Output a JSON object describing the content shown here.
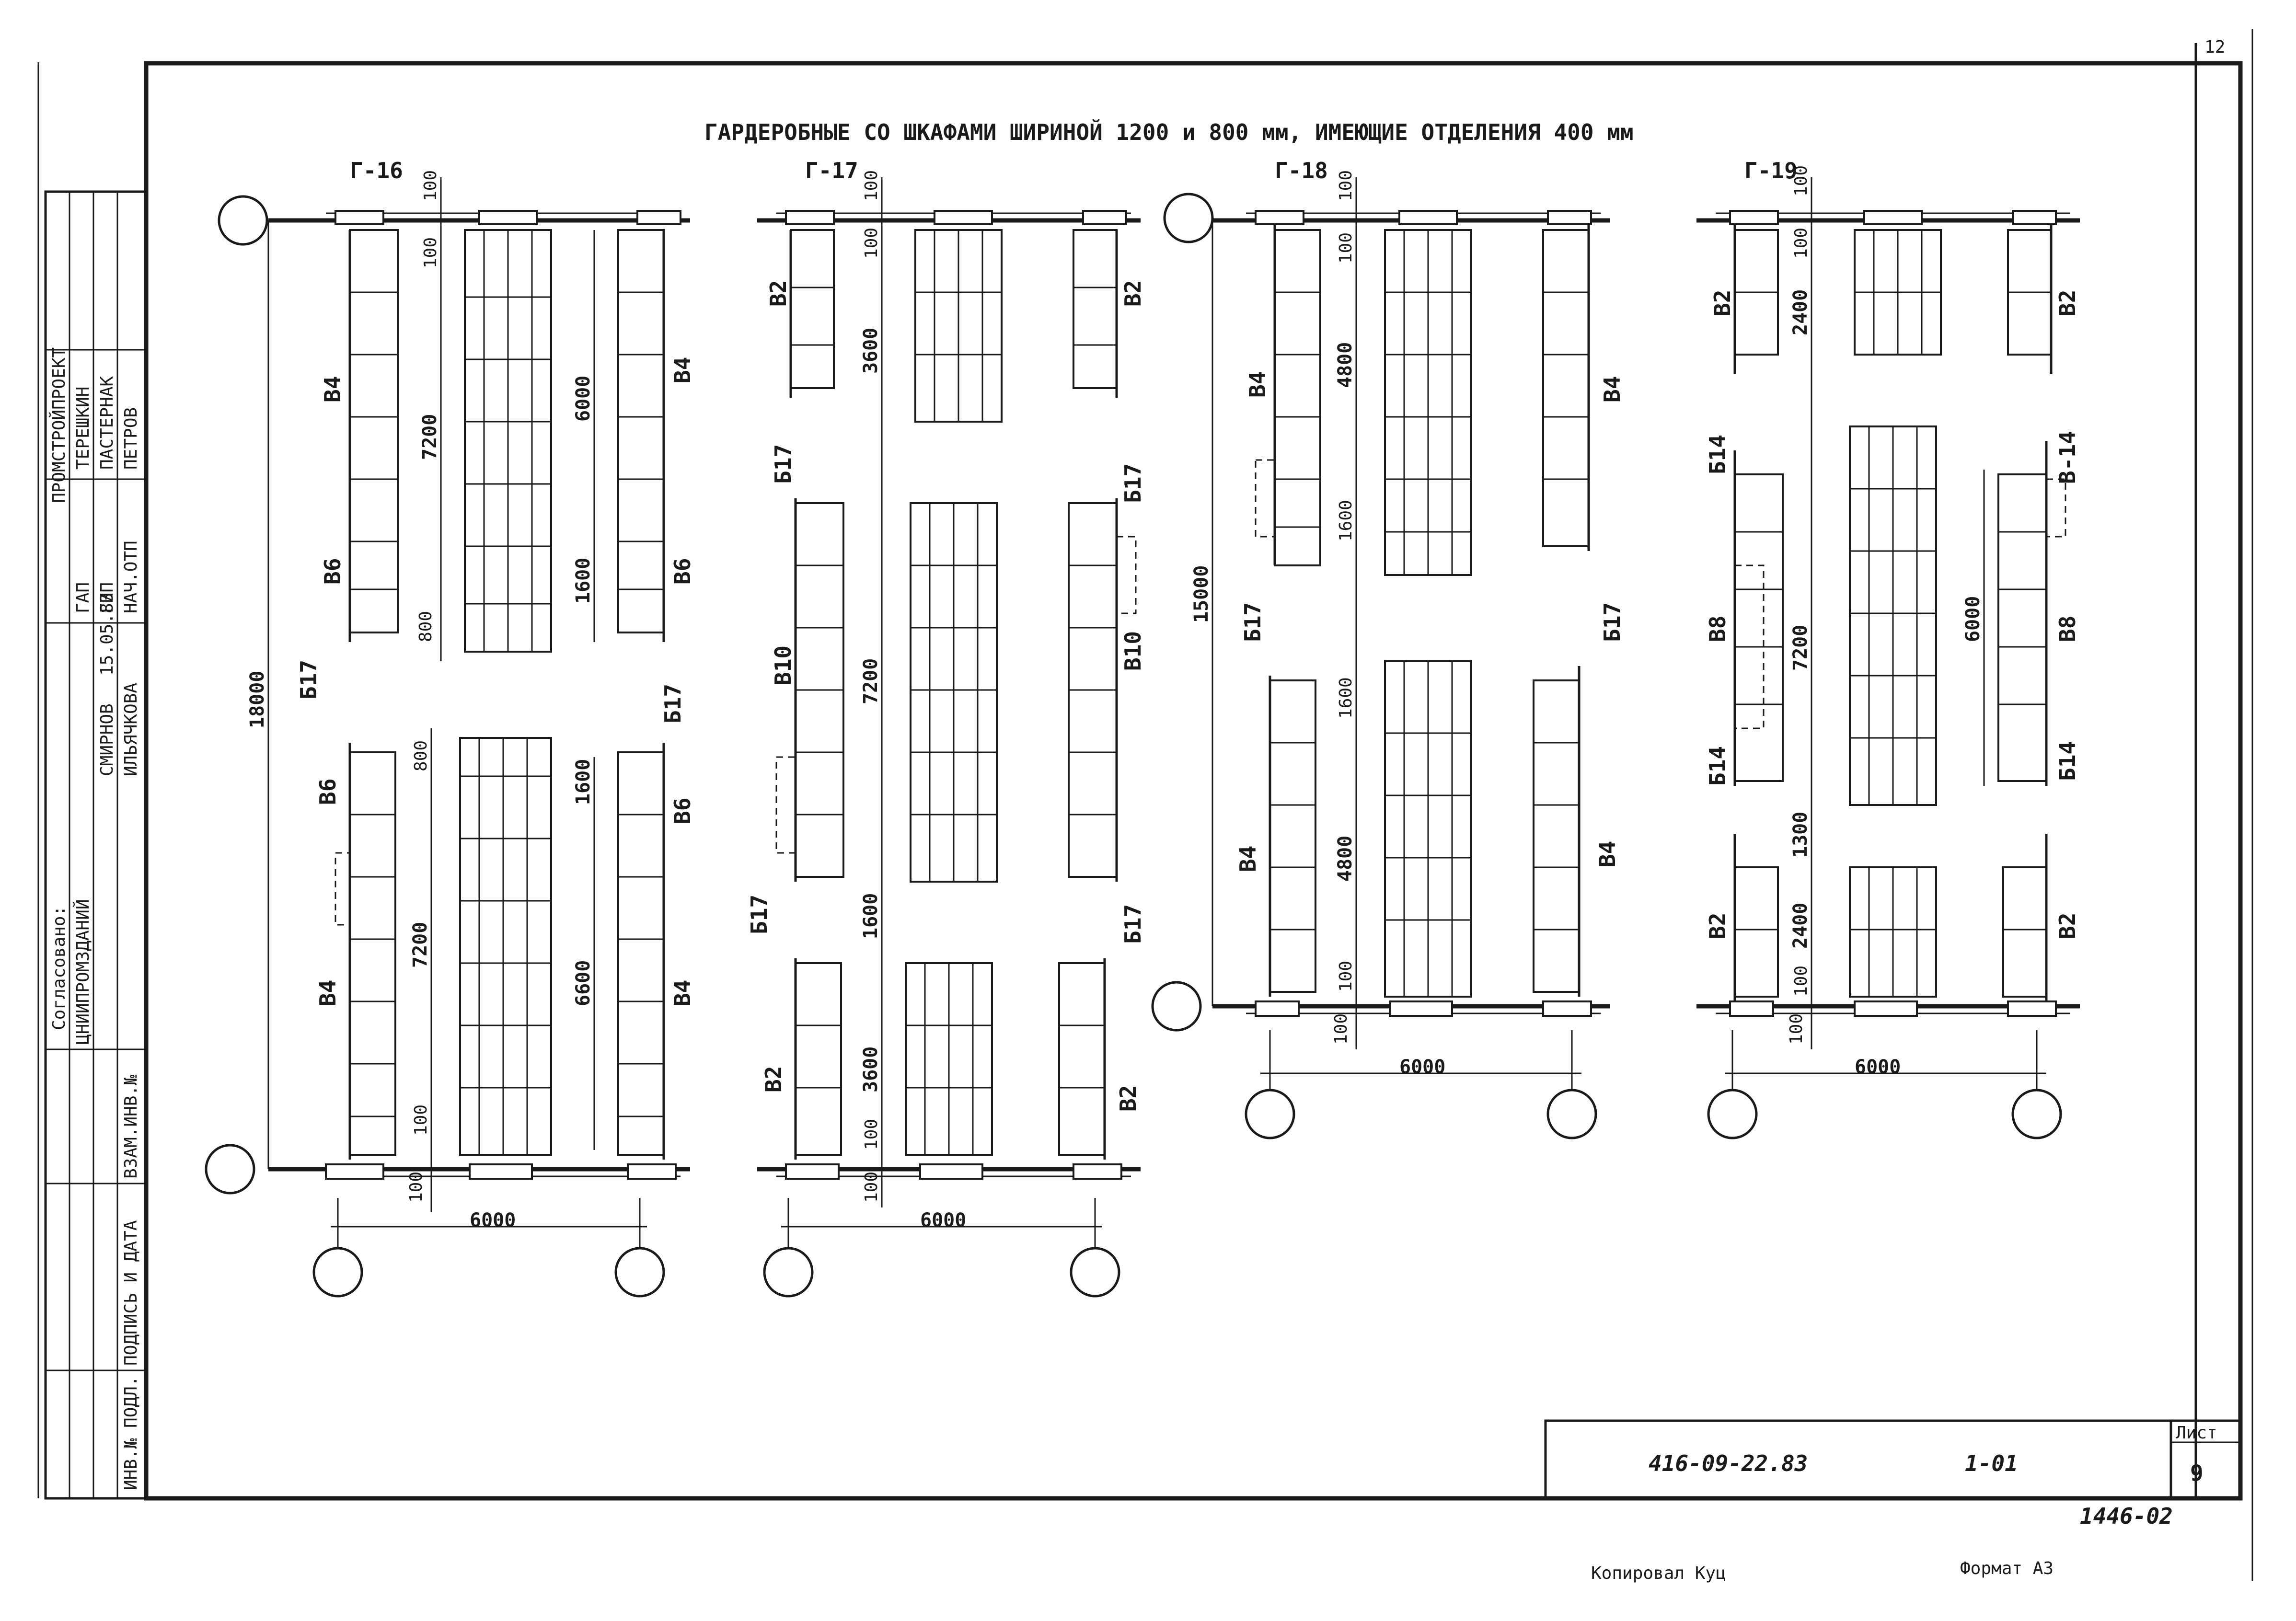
{
  "title": "ГАРДЕРОБНЫЕ СО ШКАФАМИ ШИРИНОЙ 1200 и 800 мм, ИМЕЮЩИЕ ОТДЕЛЕНИЯ 400 мм",
  "page_corner_number": "12",
  "plans": [
    {
      "id": "Г-16",
      "overall_length": "18000",
      "width": "6000",
      "top_labels": [
        "100",
        "100",
        "7200",
        "6000",
        "1600",
        "800"
      ],
      "bottom_labels": [
        "800",
        "1600",
        "7200",
        "6600",
        "100",
        "100"
      ],
      "cabinet_labels": [
        "В4",
        "В6",
        "В4",
        "В6",
        "Б17",
        "Б17",
        "В6",
        "В4",
        "В6",
        "В4"
      ]
    },
    {
      "id": "Г-17",
      "width": "6000",
      "top_labels": [
        "100",
        "100",
        "3600"
      ],
      "middle_labels": [
        "7200",
        "1600"
      ],
      "bottom_labels": [
        "3600",
        "100",
        "100"
      ],
      "cabinet_labels": [
        "В2",
        "В2",
        "Б17",
        "Б17",
        "В10",
        "В10",
        "Б17",
        "Б17",
        "В2",
        "В2"
      ]
    },
    {
      "id": "Г-18",
      "overall_length": "15000",
      "width": "6000",
      "top_labels": [
        "100",
        "100",
        "4800",
        "1600"
      ],
      "bottom_labels": [
        "1600",
        "4800",
        "100",
        "100"
      ],
      "cabinet_labels": [
        "В4",
        "В4",
        "Б17",
        "Б17",
        "В4",
        "В4"
      ]
    },
    {
      "id": "Г-19",
      "width": "6000",
      "top_labels": [
        "100",
        "100",
        "2400"
      ],
      "middle_labels": [
        "7200",
        "6000",
        "1300"
      ],
      "bottom_labels": [
        "2400",
        "100",
        "100"
      ],
      "cabinet_labels": [
        "В2",
        "В2",
        "Б14",
        "В-14",
        "В8",
        "В8",
        "Б14",
        "Б14",
        "В2",
        "В2"
      ]
    }
  ],
  "stamp_side": {
    "agreed": "Согласовано:",
    "org_left": "ЦНИИПРОМЗДАНИЙ",
    "names_left": [
      "СМИРНОВ",
      "ИЛЬЯЧКОВА"
    ],
    "date_left": "15.05.83",
    "org_right": "ПРОМСТРОЙПРОЕКТ",
    "roles": [
      "ГАП",
      "ГИП",
      "НАЧ.ОТП"
    ],
    "names_right": [
      "ТЕРЕШКИН",
      "ПАСТЕРНАК",
      "ПЕТРОВ"
    ],
    "inv_cols": [
      "ИНВ.№ ПОДЛ.",
      "ПОДПИСЬ И ДАТА",
      "ВЗАМ.ИНВ.№"
    ]
  },
  "title_block": {
    "code": "416-09-22.83",
    "part": "1-01",
    "sheet_label": "Лист",
    "sheet_no": "9",
    "archive_no": "1446-02"
  },
  "footer": {
    "copied": "Копировал Куц",
    "format": "Формат А3"
  }
}
